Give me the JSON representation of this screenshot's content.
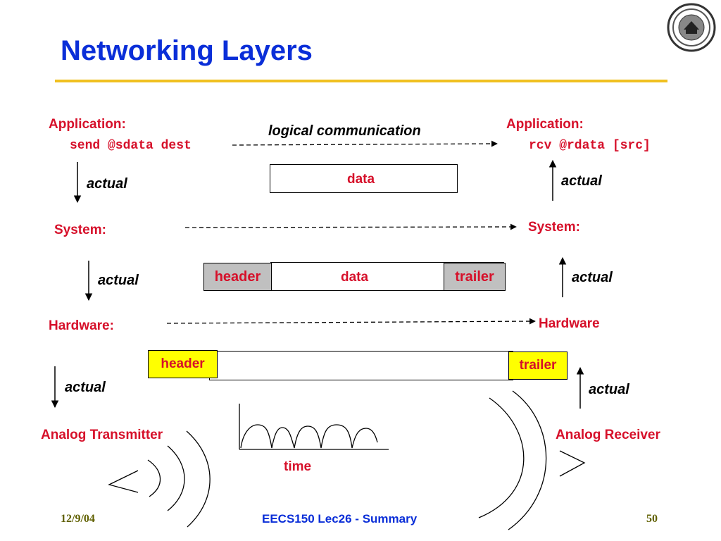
{
  "slide": {
    "title": "Networking Layers"
  },
  "left": {
    "application_label": "Application:",
    "send_call": "send @sdata dest",
    "system_label": "System:",
    "hardware_label": "Hardware:",
    "analog_label": "Analog Transmitter",
    "actual_1": "actual",
    "actual_2": "actual",
    "actual_3": "actual"
  },
  "right": {
    "application_label": "Application:",
    "recv_call": "rcv @rdata [src]",
    "system_label": "System:",
    "hardware_label": "Hardware",
    "analog_label": "Analog Receiver",
    "actual_1": "actual",
    "actual_2": "actual",
    "actual_3": "actual"
  },
  "middle": {
    "logical_label": "logical communication",
    "packet1_data": "data",
    "packet2_header": "header",
    "packet2_data": "data",
    "packet2_trailer": "trailer",
    "packet3_header": "header",
    "packet3_trailer": "trailer",
    "time_label": "time"
  },
  "footer": {
    "date": "12/9/04",
    "course": "EECS150 Lec26 - Summary",
    "page": "50"
  },
  "colors": {
    "title": "#0a2ed8",
    "label_red": "#d6102a",
    "rule_gold": "#f0c020",
    "header_gray": "#c0c0c0",
    "frame_yellow": "#ffff00"
  },
  "icons": [
    "university-seal-icon"
  ]
}
